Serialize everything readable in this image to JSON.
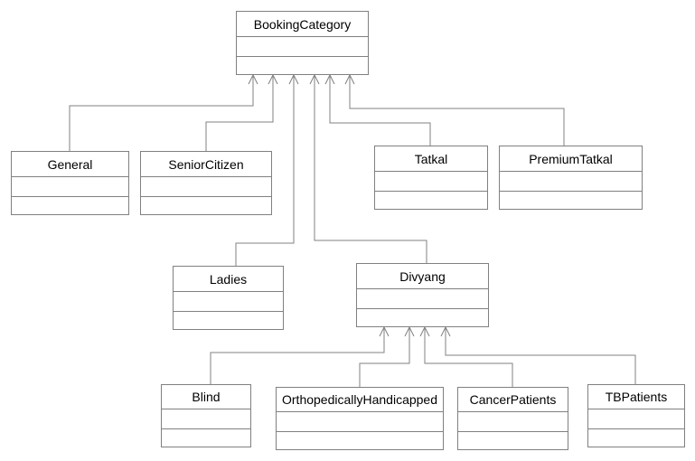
{
  "diagram": {
    "type": "uml-class-hierarchy",
    "line_color": "#808080",
    "classes": {
      "booking_category": "BookingCategory",
      "general": "General",
      "senior_citizen": "SeniorCitizen",
      "tatkal": "Tatkal",
      "premium_tatkal": "PremiumTatkal",
      "ladies": "Ladies",
      "divyang": "Divyang",
      "blind": "Blind",
      "orthopedically_handicapped": "OrthopedicallyHandicapped",
      "cancer_patients": "CancerPatients",
      "tb_patients": "TBPatients"
    },
    "inheritance": [
      {
        "child": "General",
        "parent": "BookingCategory"
      },
      {
        "child": "SeniorCitizen",
        "parent": "BookingCategory"
      },
      {
        "child": "Tatkal",
        "parent": "BookingCategory"
      },
      {
        "child": "PremiumTatkal",
        "parent": "BookingCategory"
      },
      {
        "child": "Ladies",
        "parent": "BookingCategory"
      },
      {
        "child": "Divyang",
        "parent": "BookingCategory"
      },
      {
        "child": "Blind",
        "parent": "Divyang"
      },
      {
        "child": "OrthopedicallyHandicapped",
        "parent": "Divyang"
      },
      {
        "child": "CancerPatients",
        "parent": "Divyang"
      },
      {
        "child": "TBPatients",
        "parent": "Divyang"
      }
    ]
  }
}
